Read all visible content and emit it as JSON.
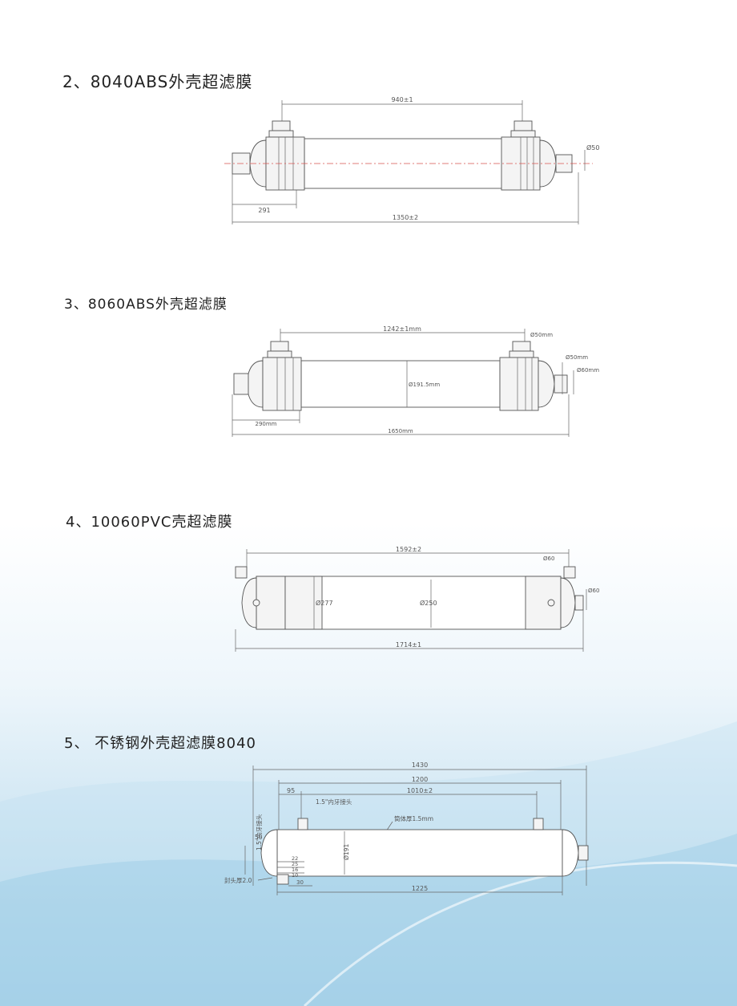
{
  "sections": [
    {
      "title": "2、8040ABS外壳超滤膜",
      "dims": {
        "top": "940±1",
        "right": "Ø50",
        "left": "291",
        "bottom": "1350±2"
      }
    },
    {
      "title": "3、8060ABS外壳超滤膜",
      "dims": {
        "top": "1242±1mm",
        "top_right": "Ø50mm",
        "right1": "Ø50mm",
        "right2": "Ø60mm",
        "center": "Ø191.5mm",
        "left": "290mm",
        "bottom": "1650mm"
      }
    },
    {
      "title": "4、10060PVC壳超滤膜",
      "dims": {
        "top": "1592±2",
        "top_right": "Ø60",
        "right": "Ø60",
        "left_inner": "Ø277",
        "center": "Ø250",
        "bottom": "1714±1"
      }
    },
    {
      "title": "5、 不锈钢外壳超滤膜8040",
      "dims": {
        "overall": "1430",
        "second": "1200",
        "offset": "95",
        "ports": "1010±2",
        "port_label": "1.5\"内牙接头",
        "wall_label": "筒体厚1.5mm",
        "left_port": "1.5\"内牙接头",
        "left_size": "50",
        "diameter": "Ø191",
        "s1": "22",
        "s2": "25",
        "s3": "16",
        "s4": "10",
        "s5": "30",
        "cap_label": "封头厚2.0",
        "bottom": "1225"
      }
    }
  ]
}
